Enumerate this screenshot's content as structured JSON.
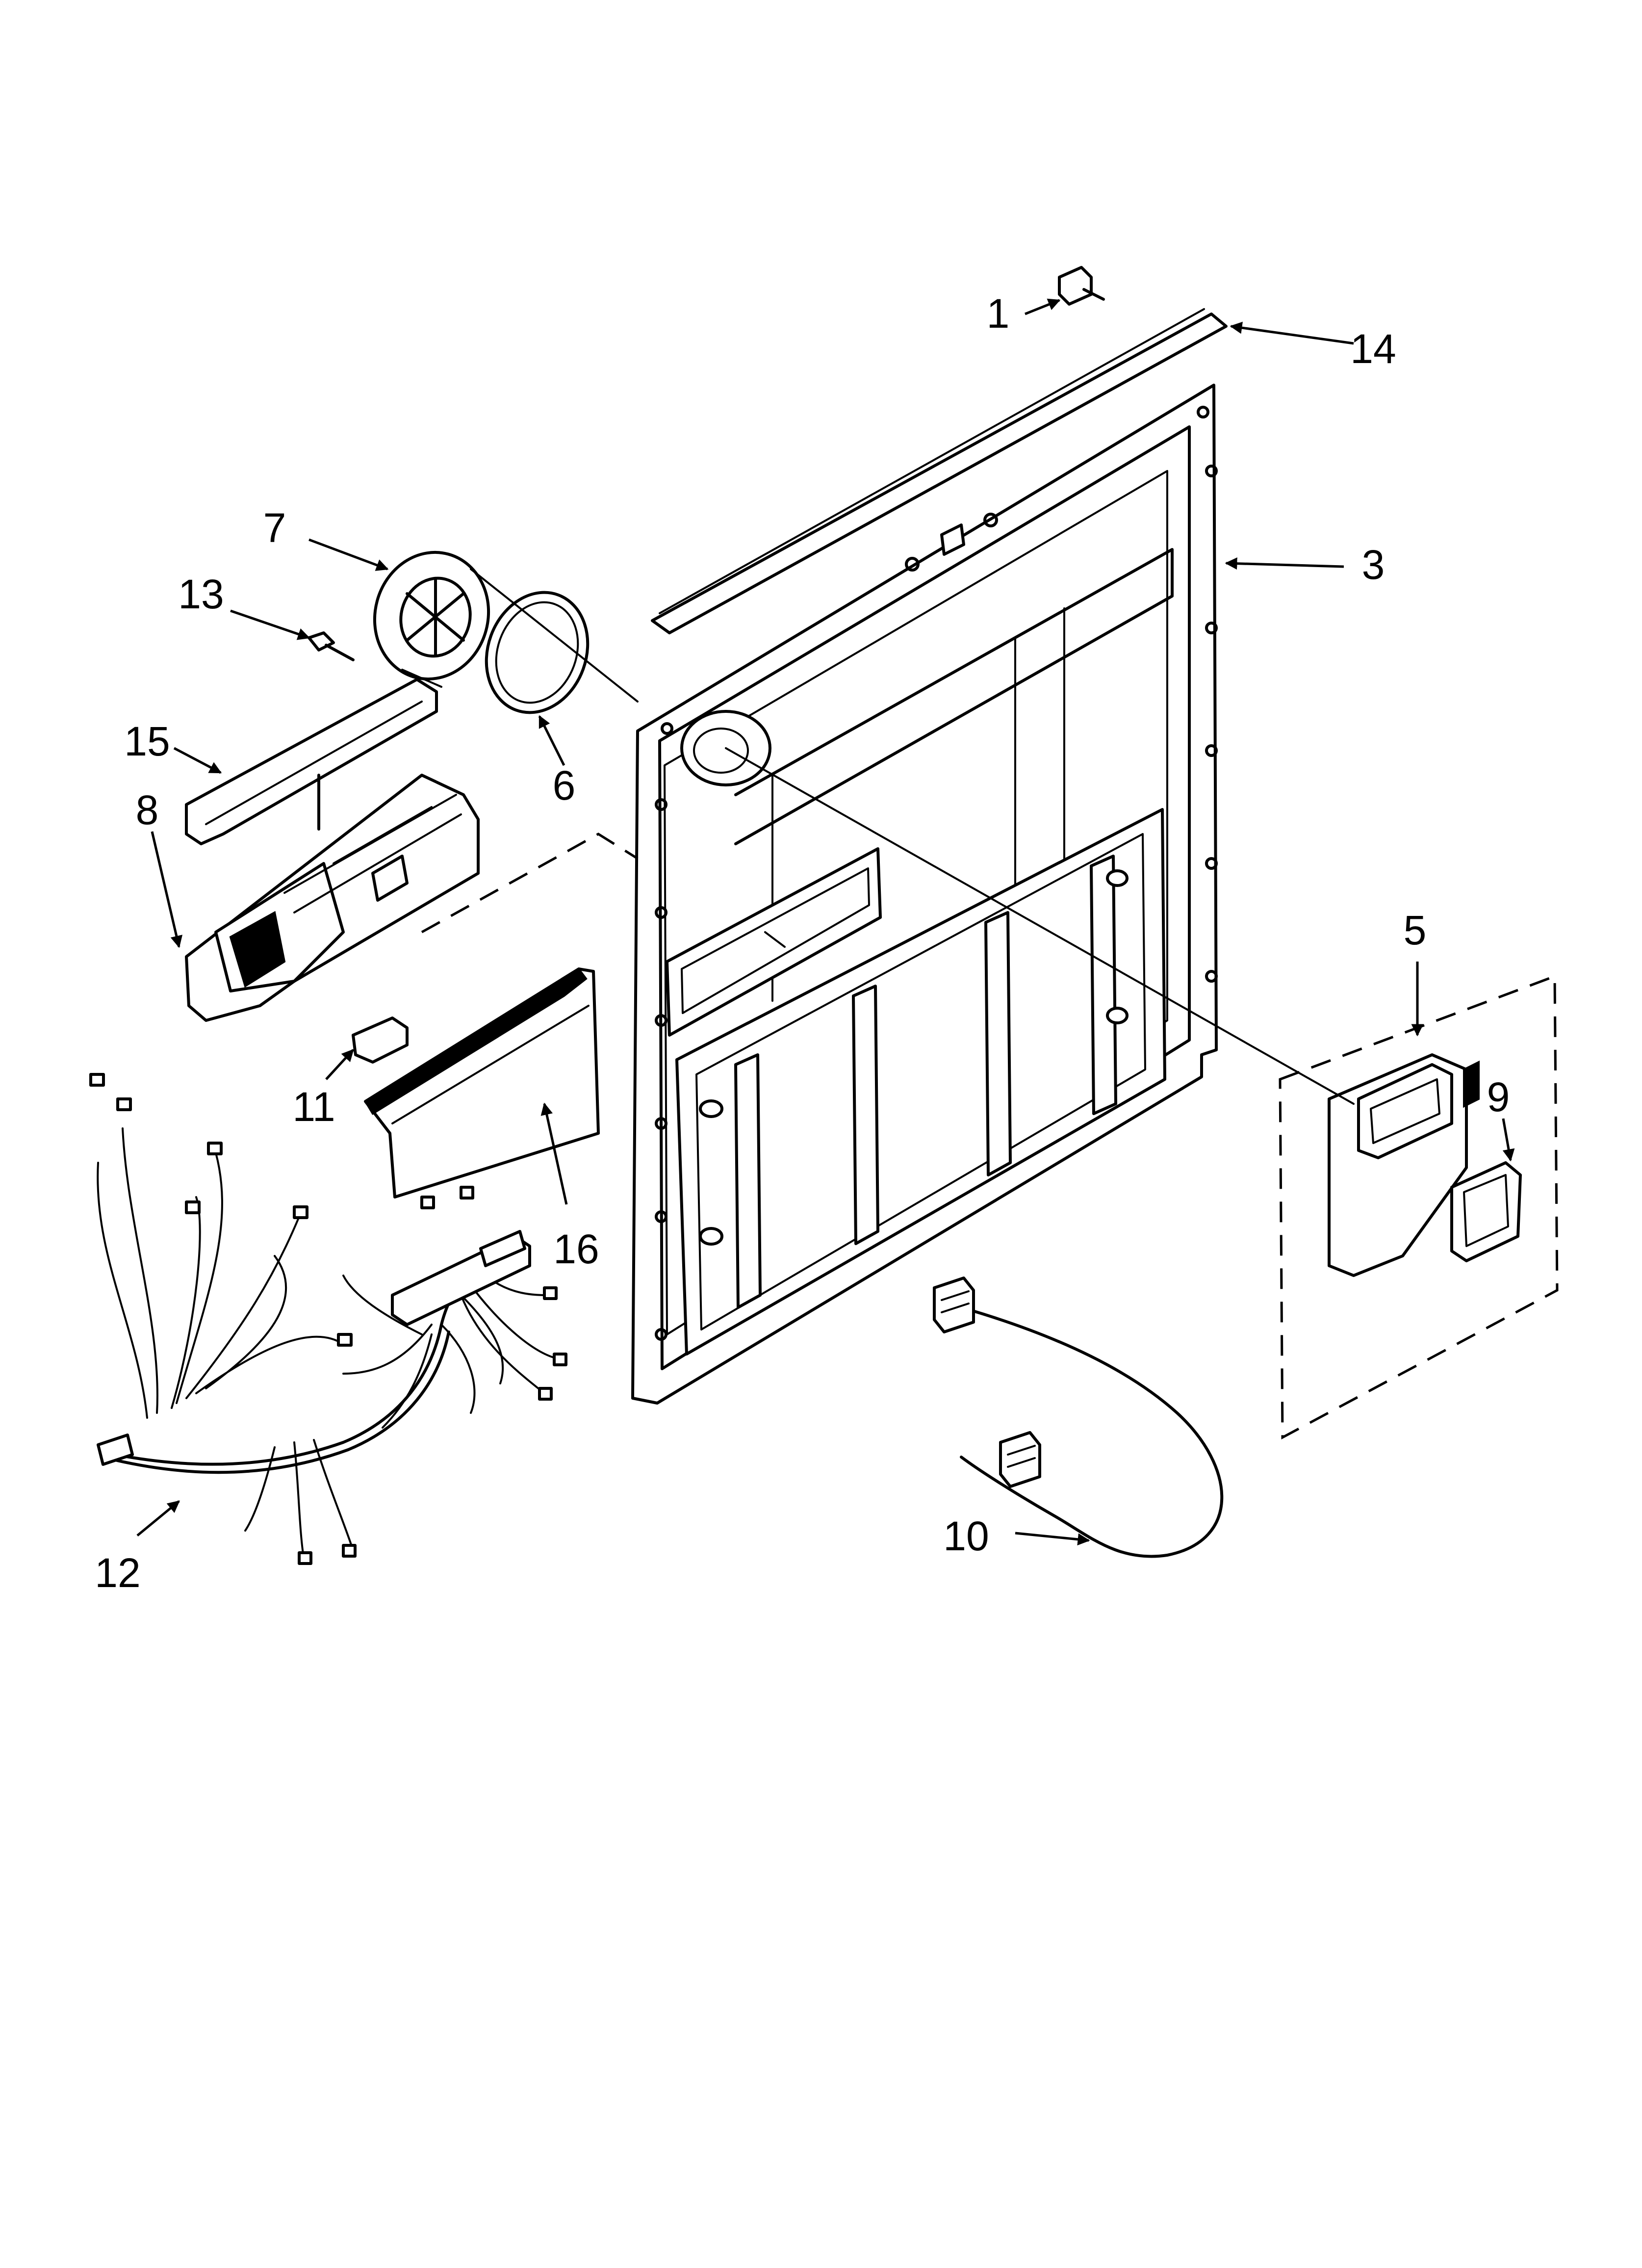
{
  "callouts": [
    {
      "id": "1",
      "label": "1"
    },
    {
      "id": "3",
      "label": "3"
    },
    {
      "id": "5",
      "label": "5"
    },
    {
      "id": "6",
      "label": "6"
    },
    {
      "id": "7",
      "label": "7"
    },
    {
      "id": "8",
      "label": "8"
    },
    {
      "id": "9",
      "label": "9"
    },
    {
      "id": "10",
      "label": "10"
    },
    {
      "id": "11",
      "label": "11"
    },
    {
      "id": "12",
      "label": "12"
    },
    {
      "id": "13",
      "label": "13"
    },
    {
      "id": "14",
      "label": "14"
    },
    {
      "id": "15",
      "label": "15"
    },
    {
      "id": "16",
      "label": "16"
    }
  ]
}
